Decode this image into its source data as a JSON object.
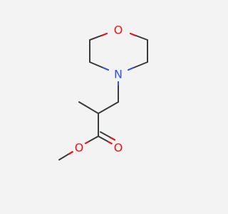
{
  "molecule": {
    "atoms": {
      "ring_oxygen": {
        "element": "O",
        "label": "O",
        "color": "#ff0d0d"
      },
      "ring_nitrogen": {
        "element": "N",
        "label": "N",
        "color": "#3050f8"
      },
      "ester_alkoxy_oxygen": {
        "element": "O",
        "label": "O",
        "color": "#ff0d0d"
      },
      "carbonyl_oxygen": {
        "element": "O",
        "label": "O",
        "color": "#ff0d0d"
      }
    },
    "bond_color": "#3a3a3a",
    "background": "#f3f3f3"
  }
}
